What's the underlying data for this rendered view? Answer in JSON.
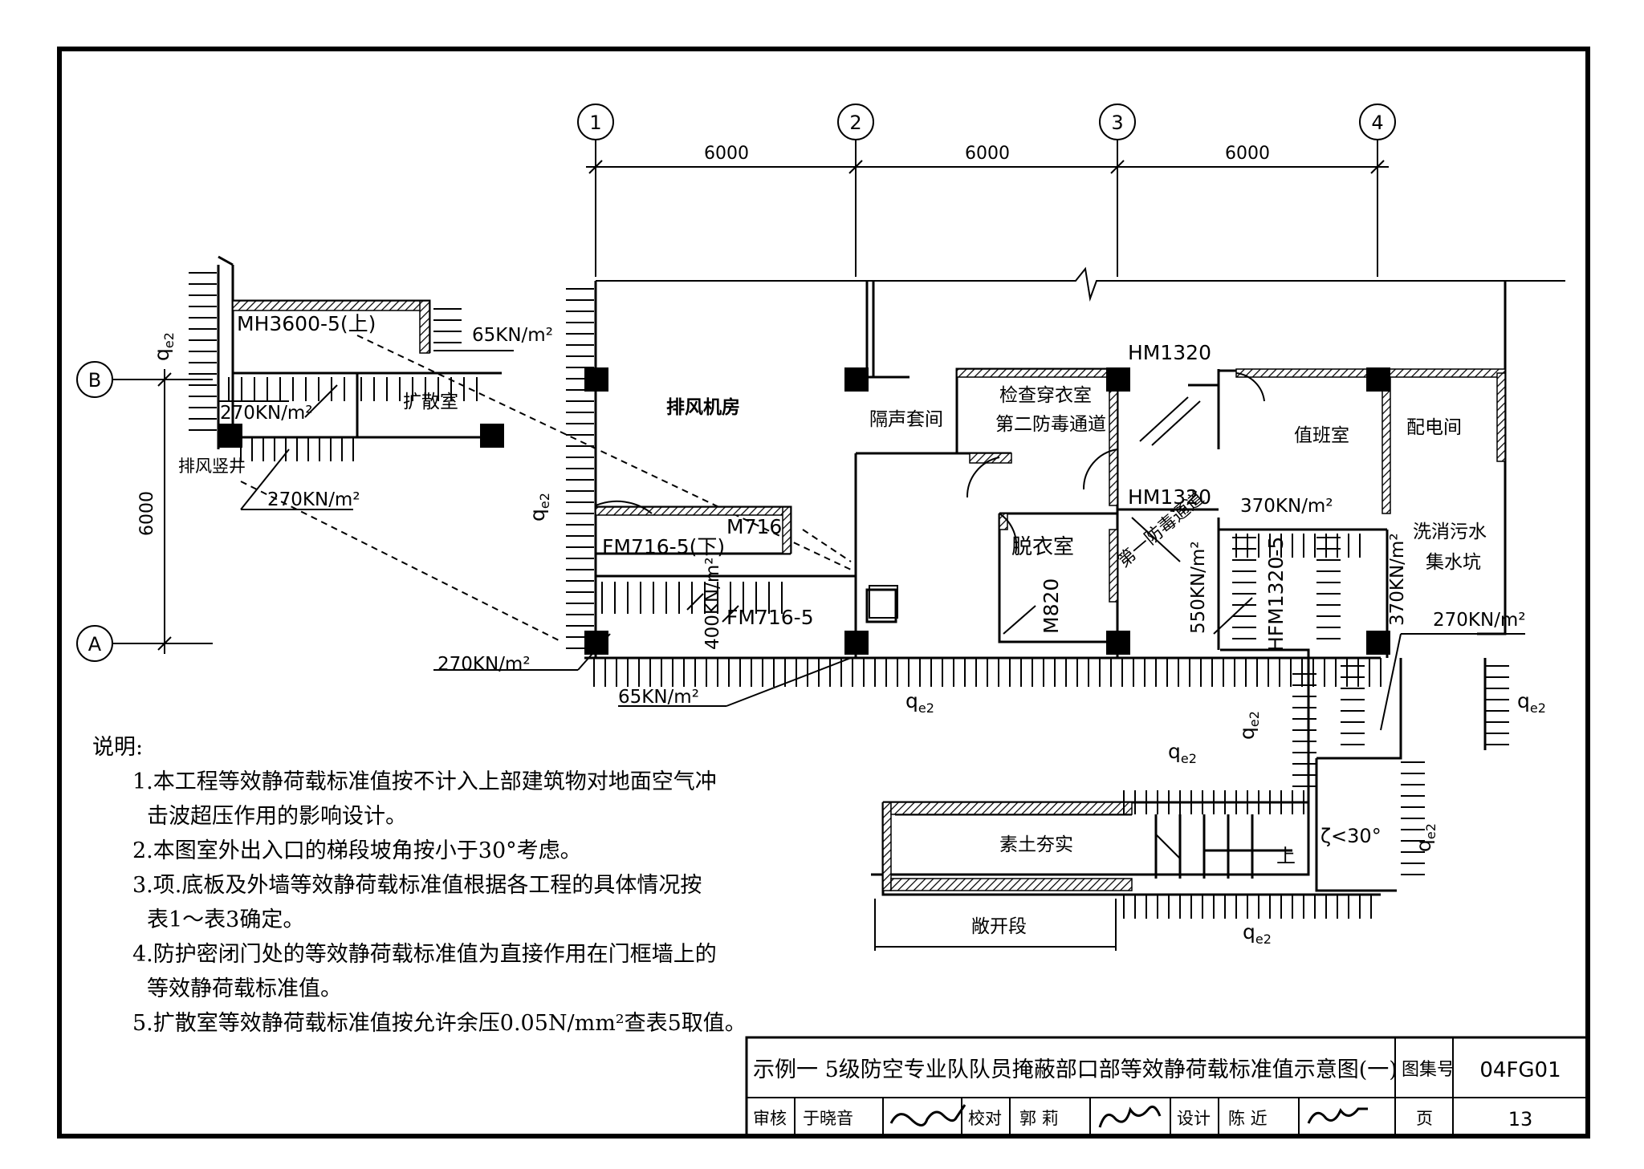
{
  "axes": {
    "columns": [
      "1",
      "2",
      "3",
      "4"
    ],
    "rows": [
      "B",
      "A"
    ],
    "column_spacing": [
      "6000",
      "6000",
      "6000"
    ],
    "row_spacing": "6000"
  },
  "rooms": {
    "exhaust_machine_room": "排风机房",
    "soundproof_vestibule": "隔声套间",
    "inspection_dressing": "检查穿衣室",
    "second_decontam": "第二防毒通道",
    "duty_room": "值班室",
    "power_room": "配电间",
    "undressing_room": "脱衣室",
    "first_decontam": "第一防毒通道",
    "wash_sump": "洗消污水",
    "sump_pit": "集水坑",
    "diffusion_room": "扩散室",
    "exhaust_shaft": "排风竖井",
    "backfill": "素土夯实",
    "open_section": "敞开段"
  },
  "doors": {
    "mh3600": "MH3600-5(上)",
    "hm1320_top": "HM1320",
    "hm1320_mid": "HM1320",
    "fm716_down": "FM716-5(下)",
    "m716": "M716",
    "fm716": "FM716-5",
    "m820": "M820",
    "hfm1320": "HFM1320-5"
  },
  "loads": {
    "l65_top": "65KN/m²",
    "l270_a": "270KN/m²",
    "l270_b": "270KN/m²",
    "l270_c": "270KN/m²",
    "l270_d": "270KN/m²",
    "l400": "400KN/m²",
    "l65_bottom": "65KN/m²",
    "l550": "550KN/m²",
    "l370_a": "370KN/m²",
    "l370_b": "370KN/m²",
    "qe2": "q",
    "qe2_sub": "e2",
    "slope": "ζ<30°",
    "up": "上"
  },
  "notes": {
    "title": "说明:",
    "n1a": "1.本工程等效静荷载标准值按不计入上部建筑物对地面空气冲",
    "n1b": "击波超压作用的影响设计。",
    "n2": "2.本图室外出入口的梯段坡角按小于30°考虑。",
    "n3a": "3.项.底板及外墙等效静荷载标准值根据各工程的具体情况按",
    "n3b": "表1～表3确定。",
    "n4a": "4.防护密闭门处的等效静荷载标准值为直接作用在门框墙上的",
    "n4b": "等效静荷载标准值。",
    "n5": "5.扩散室等效静荷载标准值按允许余压0.05N/mm²查表5取值。"
  },
  "title_block": {
    "title": "示例一 5级防空专业队队员掩蔽部口部等效静荷载标准值示意图(一)",
    "atlas_label": "图集号",
    "atlas_no": "04FG01",
    "review_label": "审核",
    "reviewer": "于晓音",
    "check_label": "校对",
    "checker": "郭 莉",
    "design_label": "设计",
    "designer": "陈 近",
    "page_label": "页",
    "page_no": "13"
  }
}
